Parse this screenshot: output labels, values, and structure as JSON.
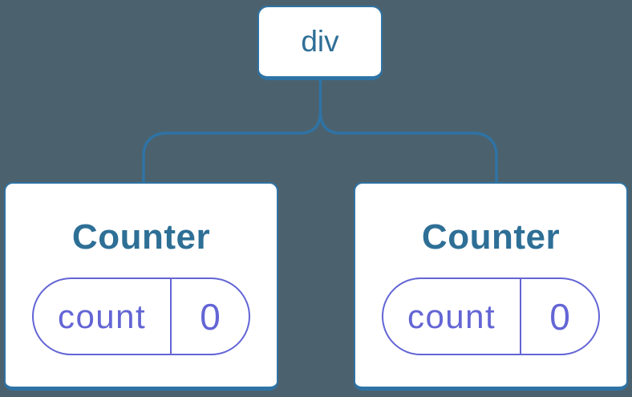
{
  "tree": {
    "root": {
      "label": "div"
    },
    "children": [
      {
        "title": "Counter",
        "state": {
          "key": "count",
          "value": "0"
        }
      },
      {
        "title": "Counter",
        "state": {
          "key": "count",
          "value": "0"
        }
      }
    ]
  },
  "colors": {
    "background": "#4b626e",
    "connector_line": "#2f73a5",
    "card_border": "#2f73a5",
    "card_fill": "#ffffff",
    "node_text": "#2e6f96",
    "state_accent": "#6365d5"
  }
}
